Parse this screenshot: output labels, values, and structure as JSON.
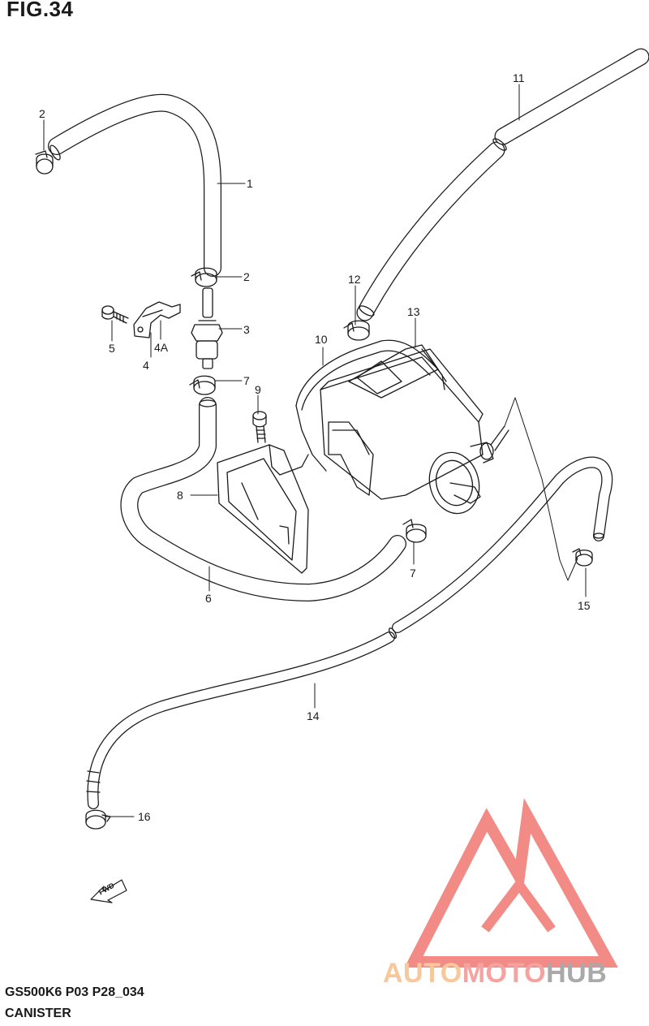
{
  "header": {
    "figure": "FIG.34"
  },
  "callouts": {
    "c1": "1",
    "c2a": "2",
    "c2b": "2",
    "c3": "3",
    "c4": "4",
    "c4a": "4A",
    "c5": "5",
    "c6": "6",
    "c7a": "7",
    "c7b": "7",
    "c8": "8",
    "c9": "9",
    "c10": "10",
    "c11": "11",
    "c12": "12",
    "c13": "13",
    "c14": "14",
    "c15": "15",
    "c16": "16"
  },
  "arrow": {
    "label": "FWD"
  },
  "watermark": {
    "part1": "AUTO",
    "part2": "MOTO",
    "part3": "HUB",
    "colors": {
      "auto": "#f8c79a",
      "moto": "#f4a3a0",
      "hub": "#a9a9a9",
      "logo": "#f28b86"
    }
  },
  "footer": {
    "code": "GS500K6 P03 P28_034",
    "name": "CANISTER"
  }
}
